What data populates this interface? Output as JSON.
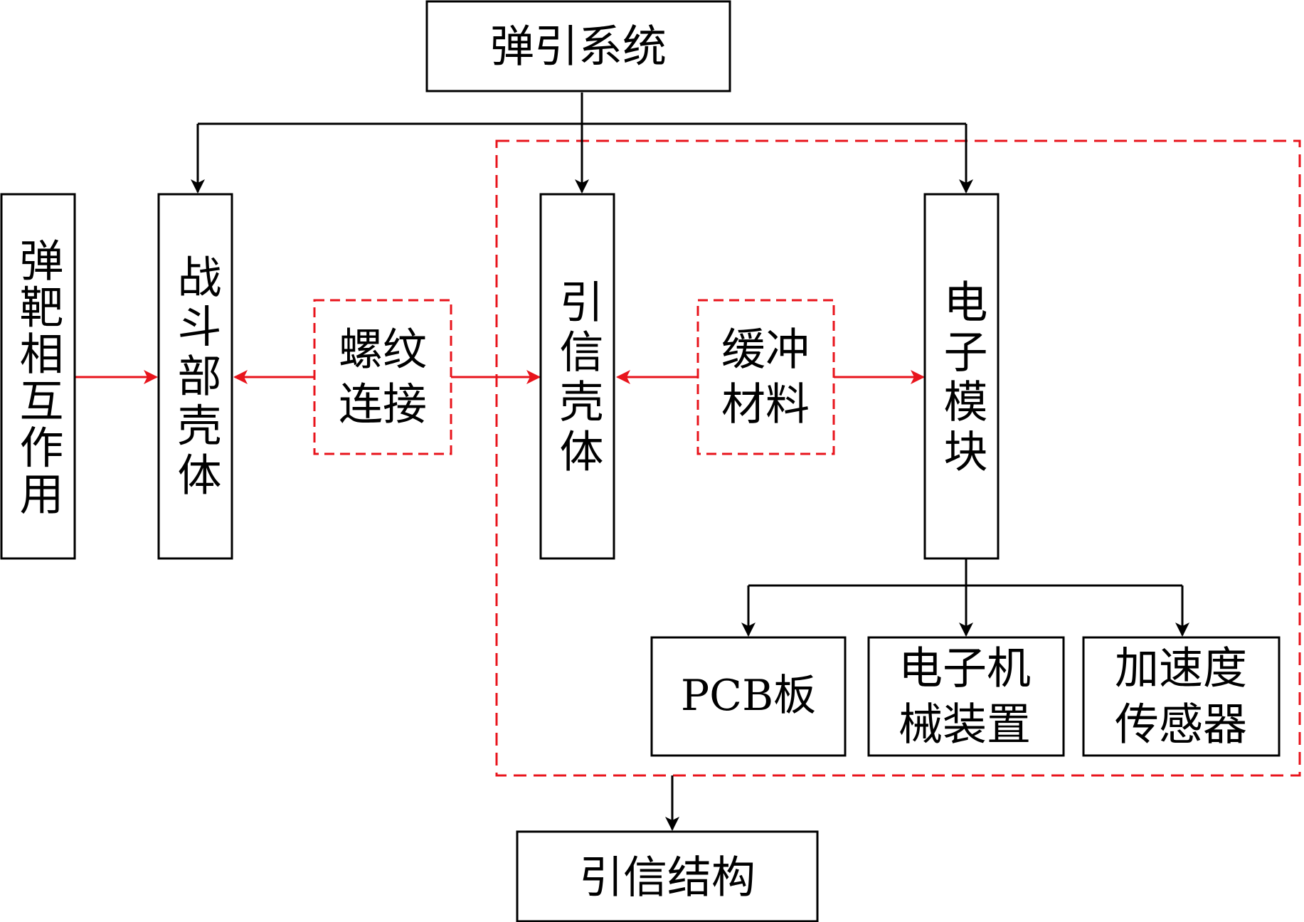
{
  "colors": {
    "box_stroke": "#000000",
    "link_red": "#e8141c",
    "background": "#ffffff"
  },
  "nodes": {
    "top_system": "弹引系统",
    "target_interaction": "弹靶相互作用",
    "warhead_shell": "战斗部壳体",
    "thread_connection": [
      "螺纹",
      "连接"
    ],
    "fuze_shell": "引信壳体",
    "buffer_material": [
      "缓冲",
      "材料"
    ],
    "electronic_module": "电子模块",
    "pcb_board": "PCB板",
    "electromech_device": [
      "电子机",
      "械装置"
    ],
    "accelerometer": [
      "加速度",
      "传感器"
    ],
    "fuze_structure": "引信结构"
  }
}
